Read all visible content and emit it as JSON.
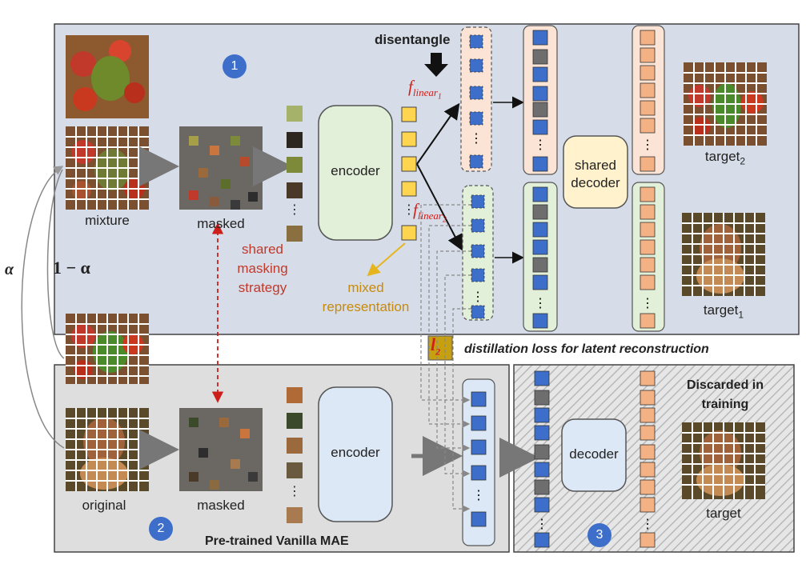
{
  "top_panel": {
    "badge": "1",
    "disentangle_label": "disentangle",
    "mixture_label": "mixture",
    "masked_label": "masked",
    "encoder_label": "encoder",
    "f_linear1": "f",
    "f_linear1_sub": "linear",
    "f_linear1_subsub": "1",
    "f_linear2": "f",
    "f_linear2_sub": "linear",
    "f_linear2_subsub": "2",
    "shared_decoder_line1": "shared",
    "shared_decoder_line2": "decoder",
    "target2_label": "target",
    "target2_sub": "2",
    "target1_label": "target",
    "target1_sub": "1",
    "mixed_rep_line1": "mixed",
    "mixed_rep_line2": "representation",
    "dots": "⋮"
  },
  "left": {
    "alpha": "α",
    "one_minus_alpha": "1 − α"
  },
  "middle": {
    "shared_mask_line1": "shared",
    "shared_mask_line2": "masking",
    "shared_mask_line3": "strategy",
    "l2_label": "l",
    "l2_sub": "2",
    "distillation_label": "distillation loss for latent reconstruction"
  },
  "bottom_panel": {
    "badge": "2",
    "original_label": "original",
    "masked_label": "masked",
    "encoder_label": "encoder",
    "title": "Pre-trained Vanilla MAE"
  },
  "discard_panel": {
    "badge": "3",
    "discarded_line1": "Discarded in",
    "discarded_line2": "training",
    "decoder_label": "decoder",
    "target_label": "target"
  },
  "colors": {
    "top_panel_bg": "#d7dde8",
    "bottom_panel_bg": "#dedede",
    "encoder_top_fill": "#e2efd9",
    "encoder_bottom_fill": "#dce8f5",
    "token_yellow": "#ffd54f",
    "token_blue": "#3d6ec9",
    "token_gray": "#6e6e6e",
    "token_salmon": "#f4b183",
    "shared_decoder_fill": "#fff2cc",
    "badge_blue": "#3d6ec9"
  }
}
